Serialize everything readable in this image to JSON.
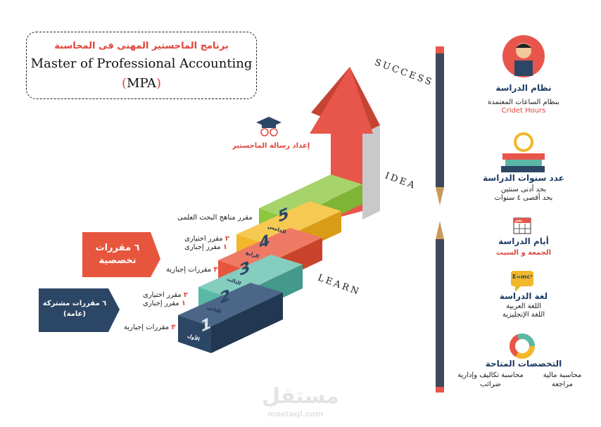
{
  "header": {
    "title_ar": "برنامج الماجستير المهنى فى المحاسبة",
    "title_en": "Master of Professional Accounting",
    "abbr_open": "(",
    "abbr": "MPA",
    "abbr_close": ")"
  },
  "stages": {
    "success": "SUCCESS",
    "idea": "IDEA",
    "learn": "LEARN"
  },
  "thesis_label": "إعداد رسالة الماجستير",
  "steps": [
    {
      "digit": "1",
      "label": "الأول",
      "color": "#2c4666"
    },
    {
      "digit": "2",
      "label": "الثاني",
      "color": "#5ab8a6"
    },
    {
      "digit": "3",
      "label": "الثالث",
      "color": "#e8553d"
    },
    {
      "digit": "4",
      "label": "الرابع",
      "color": "#f2b72a"
    },
    {
      "digit": "5",
      "label": "الخامس",
      "color": "#8dc63f"
    }
  ],
  "courses": {
    "s5": "مقرر مناهج البحث العلمى",
    "s4_a_num": "٢",
    "s4_a": "مقرر اختيارى",
    "s4_b_num": "١",
    "s4_b": "مقرر إجبارى",
    "s3_num": "٣",
    "s3": "مقررات إجبارية",
    "s2_a_num": "٢",
    "s2_a": "مقرر اختيارى",
    "s2_b_num": "١",
    "s2_b": "مقرر إجبارى",
    "s1_num": "٣",
    "s1": "مقررات إجبارية"
  },
  "pills": {
    "specialized_l1": "٦ مقررات",
    "specialized_l2": "تخصصية",
    "general_l1": "٦ مقررات مشتركة",
    "general_l2": "(عامة)"
  },
  "sidebar": {
    "system_title": "نظام الدراسة",
    "system_text": "بنظام الساعات المعتمدة",
    "system_en": "Cridet Hours",
    "years_title": "عدد سنوات الدراسة",
    "years_l1": "بحد أدنى سنتين",
    "years_l2": "بحد أقصى ٤ سنوات",
    "days_title": "أيام الدراسة",
    "days_text": "الجمعة و السبت",
    "lang_title": "لغة الدراسة",
    "lang_l1": "اللغة العربية",
    "lang_l2": "اللغة الإنجليزية",
    "spec_title": "التخصصات المتاحة",
    "spec_col1_l1": "محاسبة مالية",
    "spec_col1_l2": "مراجعة",
    "spec_col2_l1": "محاسبة تكاليف وإدارية",
    "spec_col2_l2": "ضرائب",
    "calendar_tag": "نعم",
    "bubble_text": "E=mc²"
  },
  "watermark": {
    "ar": "مستقل",
    "en": "mostaql.com"
  }
}
